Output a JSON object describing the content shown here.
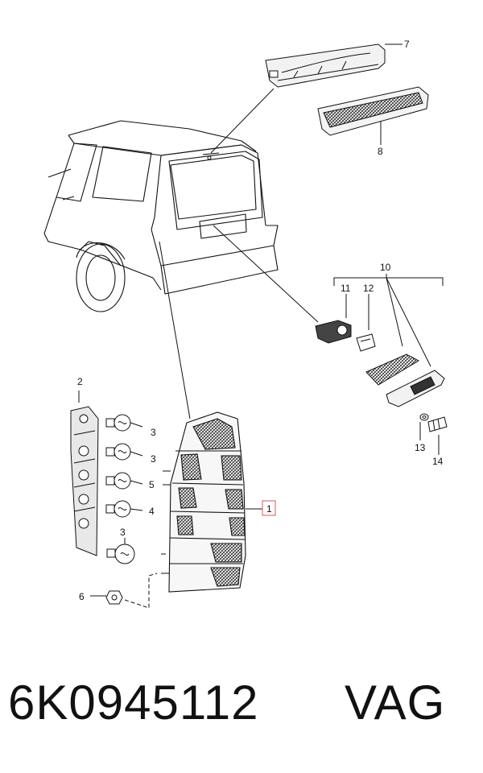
{
  "diagram": {
    "callouts": {
      "c1": "1",
      "c2": "2",
      "c3a": "3",
      "c3b": "3",
      "c3c": "3",
      "c4": "4",
      "c5": "5",
      "c6": "6",
      "c7": "7",
      "c8": "8",
      "c10": "10",
      "c11": "11",
      "c12": "12",
      "c13": "13",
      "c14": "14"
    },
    "highlight_color": "#e05555"
  },
  "footer": {
    "part_number": "6K0945112",
    "brand": "VAG"
  }
}
